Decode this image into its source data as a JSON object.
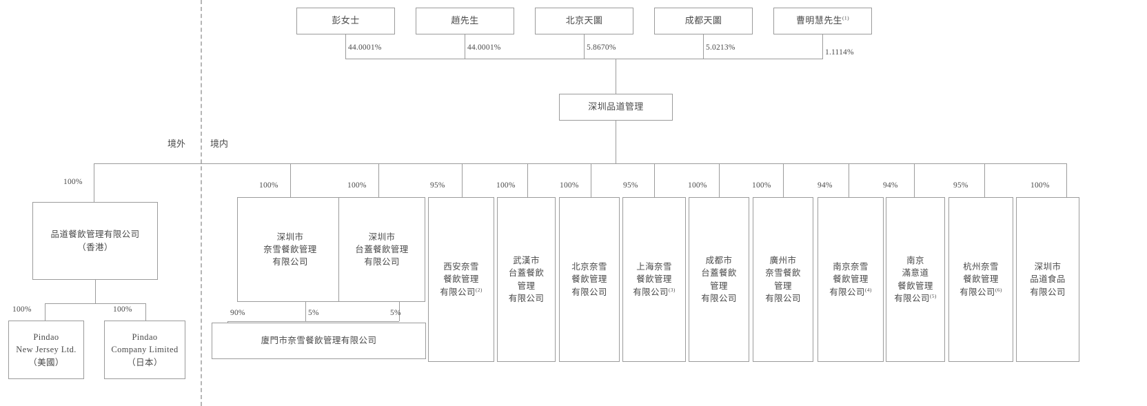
{
  "diagram": {
    "title": "Corporate shareholding structure chart",
    "zones": {
      "offshore": "境外",
      "onshore": "境内"
    },
    "shareholders": [
      {
        "name": "彭女士",
        "pct": "44.0001%"
      },
      {
        "name": "趙先生",
        "pct": "44.0001%"
      },
      {
        "name": "北京天圖",
        "pct": "5.8670%"
      },
      {
        "name": "成都天圖",
        "pct": "5.0213%"
      },
      {
        "name": "曹明慧先生",
        "note": "(1)",
        "pct": "1.1114%"
      }
    ],
    "holding_company": {
      "name": "深圳品道管理"
    },
    "offshore": {
      "parent": {
        "name": "品道餐飲管理有限公司\n（香港）",
        "pct": "100%"
      },
      "children": [
        {
          "name": "Pindao\nNew Jersey Ltd.\n（美國）",
          "pct": "100%"
        },
        {
          "name": "Pindao\nCompany Limited\n（日本）",
          "pct": "100%"
        }
      ]
    },
    "onshore": {
      "subsidiaries": [
        {
          "name": "深圳市\n奈雪餐飲管理\n有限公司",
          "note": "",
          "pct": "100%"
        },
        {
          "name": "深圳市\n台蓋餐飲管理\n有限公司",
          "note": "",
          "pct": "100%"
        },
        {
          "name": "西安奈雪\n餐飲管理\n有限公司",
          "note": "(2)",
          "pct": "95%"
        },
        {
          "name": "武漢市\n台蓋餐飲\n管理\n有限公司",
          "note": "",
          "pct": "100%"
        },
        {
          "name": "北京奈雪\n餐飲管理\n有限公司",
          "note": "",
          "pct": "100%"
        },
        {
          "name": "上海奈雪\n餐飲管理\n有限公司",
          "note": "(3)",
          "pct": "95%"
        },
        {
          "name": "成都市\n台蓋餐飲\n管理\n有限公司",
          "note": "",
          "pct": "100%"
        },
        {
          "name": "廣州市\n奈雪餐飲\n管理\n有限公司",
          "note": "",
          "pct": "100%"
        },
        {
          "name": "南京奈雪\n餐飲管理\n有限公司",
          "note": "(4)",
          "pct": "94%"
        },
        {
          "name": "南京\n滿意道\n餐飲管理\n有限公司",
          "note": "(5)",
          "pct": "94%"
        },
        {
          "name": "杭州奈雪\n餐飲管理\n有限公司",
          "note": "(6)",
          "pct": "95%"
        },
        {
          "name": "深圳市\n品道食品\n有限公司",
          "note": "",
          "pct": "100%"
        }
      ],
      "joint_venture": {
        "name": "廈門市奈雪餐飲管理有限公司",
        "inputs": [
          {
            "pct": "90%"
          },
          {
            "pct": "5%"
          },
          {
            "pct": "5%"
          }
        ]
      }
    }
  }
}
